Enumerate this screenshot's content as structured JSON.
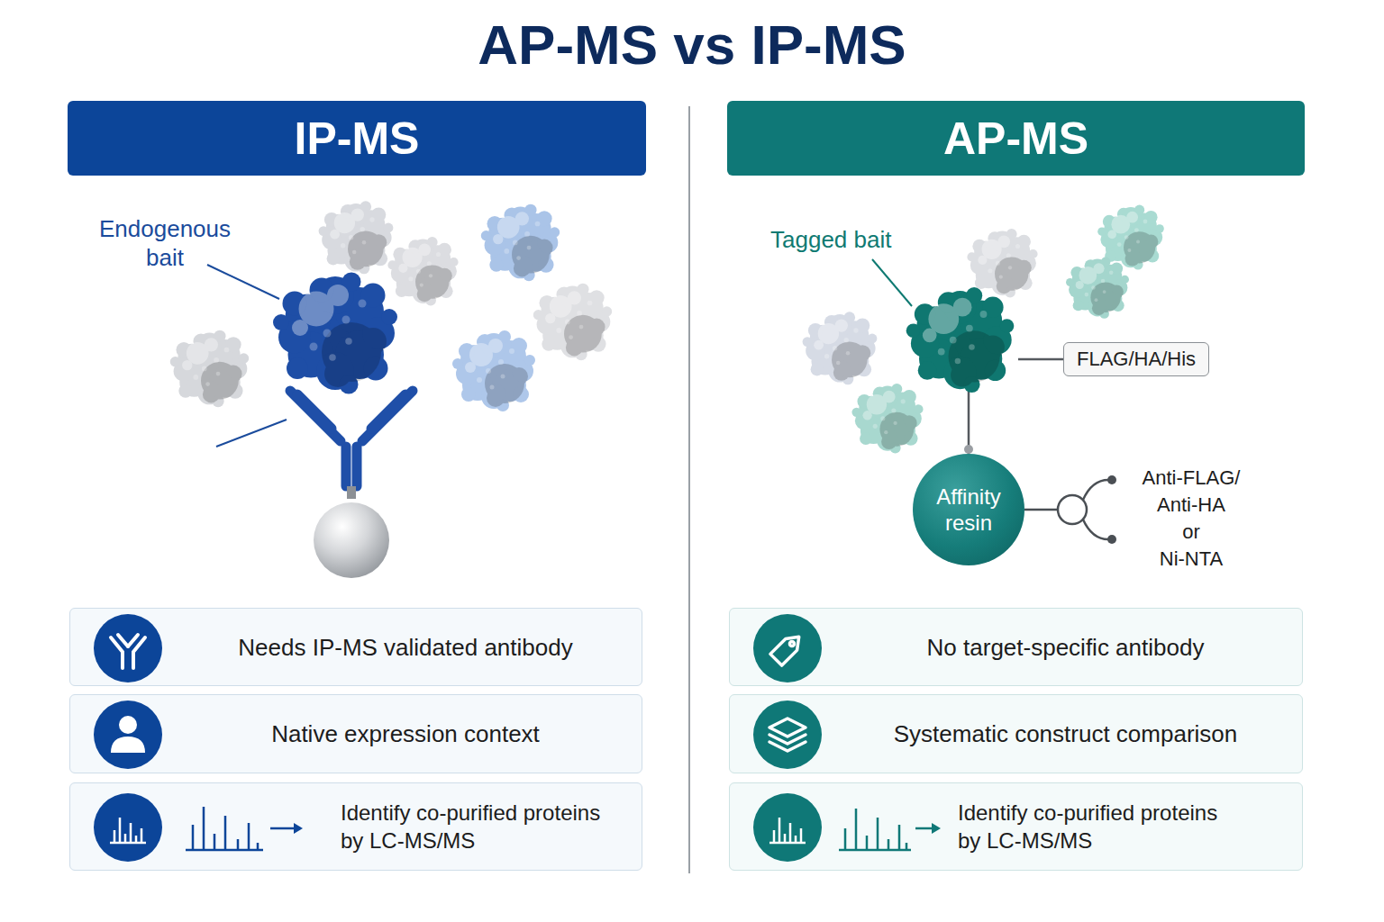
{
  "diagram": {
    "title": "AP-MS vs IP-MS",
    "nodes": [
      {
        "text": [
          "IP-MS"
        ]
      },
      {
        "text": [
          "AP-MS"
        ]
      },
      {
        "text": [
          "FLAG/HA/His"
        ]
      },
      {
        "text": [
          "Affinity resin"
        ]
      },
      {
        "text": [
          "Needs IP-MS validated antibody"
        ]
      },
      {
        "text": [
          "Native expression context"
        ]
      },
      {
        "text": [
          "Identify co-purified proteins by LC-MS/MS"
        ]
      },
      {
        "text": [
          "No target-specific antibody"
        ]
      },
      {
        "text": [
          "Systematic construct comparison"
        ]
      },
      {
        "text": [
          "Identify co-purified proteins by LC-MS/MS"
        ]
      }
    ],
    "labels": [
      "Endogenous bait",
      "Tagged bait",
      "Anti-FLAG/ Anti-HA or Ni-NTA"
    ]
  }
}
